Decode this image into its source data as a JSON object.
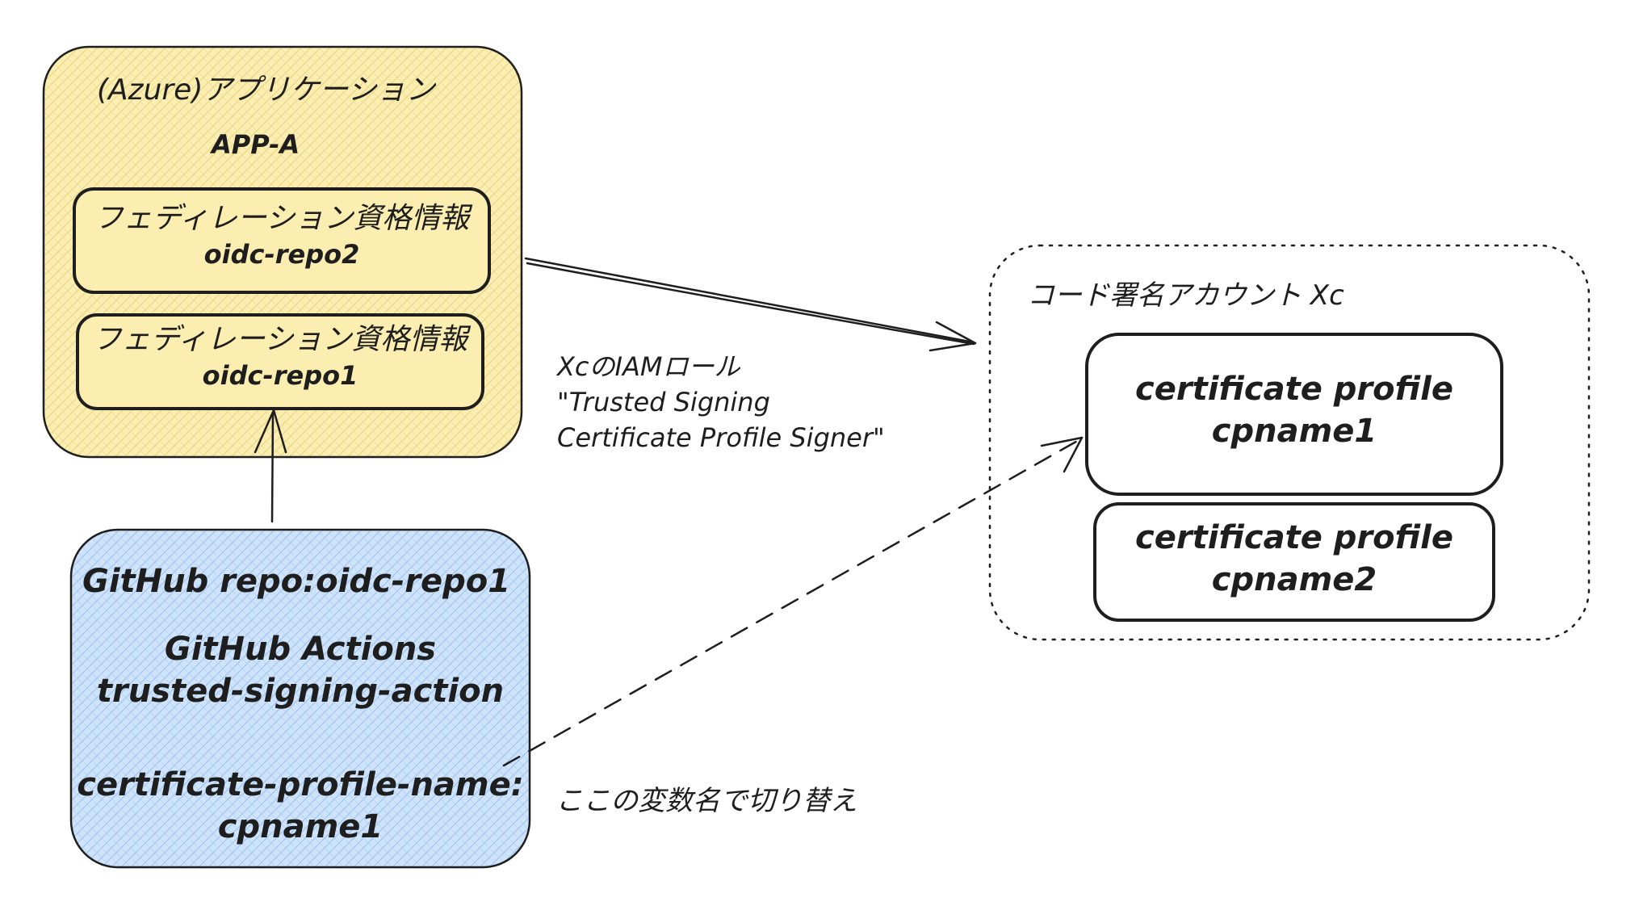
{
  "colors": {
    "stroke": "#1e1e1e",
    "azure_fill": "#fbeeb0",
    "github_fill": "#cfe3fb",
    "hatch_azure": "#e9d686",
    "hatch_github": "#9fc6ef"
  },
  "azure_app": {
    "title": "(Azure)アプリケーション",
    "app_name": "APP-A",
    "credentials": [
      {
        "title": "フェディレーション資格情報",
        "name": "oidc-repo2"
      },
      {
        "title": "フェディレーション資格情報",
        "name": "oidc-repo1"
      }
    ]
  },
  "role_label": {
    "line1": "XcのIAMロール",
    "line2": "\"Trusted Signing",
    "line3": "Certificate Profile Signer\""
  },
  "signing_account": {
    "title": "コード署名アカウント Xc",
    "profiles": [
      {
        "title": "certificate profile",
        "name": "cpname1"
      },
      {
        "title": "certificate profile",
        "name": "cpname2"
      }
    ]
  },
  "github": {
    "repo": "GitHub repo:oidc-repo1",
    "actions": "GitHub Actions",
    "action_name": "trusted-signing-action",
    "param_name": "certificate-profile-name:",
    "param_value": "cpname1"
  },
  "switch_note": "ここの変数名で切り替え"
}
